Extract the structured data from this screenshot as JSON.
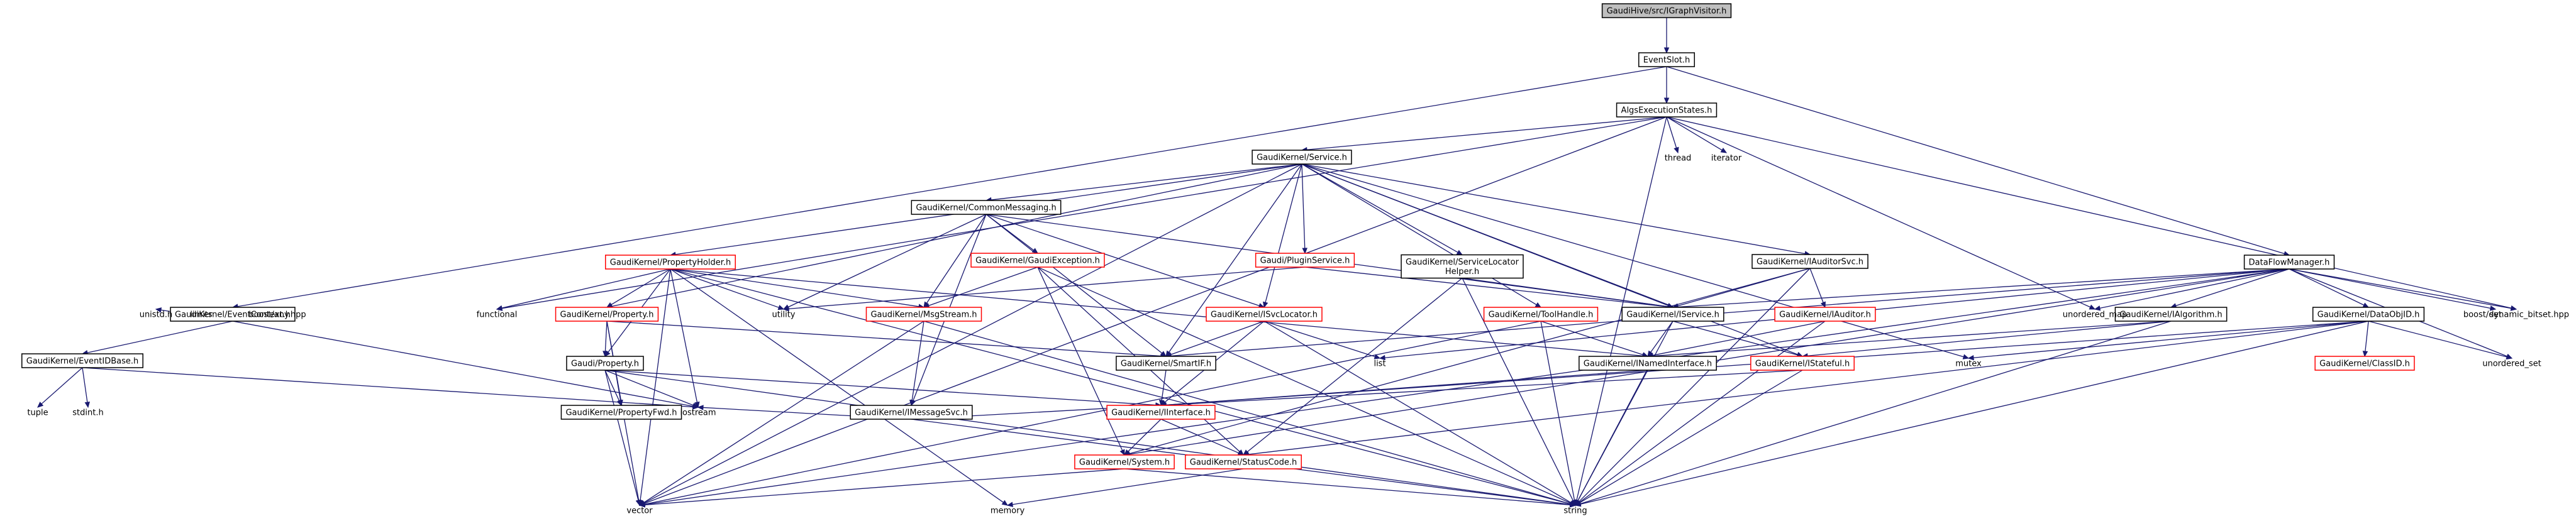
{
  "colors": {
    "edge": "#191970",
    "box_fill": "#ffffff",
    "box_border_documented": "#000000",
    "box_border_incomplete": "#ff0000",
    "root_fill": "#bfbfbf",
    "text": "#000000"
  },
  "nodes": [
    {
      "id": "root",
      "label": "GaudiHive/src/IGraphVisitor.h",
      "kind": "root"
    },
    {
      "id": "eventslot",
      "label": "EventSlot.h",
      "kind": "box"
    },
    {
      "id": "algexec",
      "label": "AlgsExecutionStates.h",
      "kind": "box"
    },
    {
      "id": "eventcontext",
      "label": "GaudiKernel/EventContext.h",
      "kind": "box"
    },
    {
      "id": "dataflow",
      "label": "DataFlowManager.h",
      "kind": "box"
    },
    {
      "id": "service",
      "label": "GaudiKernel/Service.h",
      "kind": "box"
    },
    {
      "id": "thread",
      "label": "thread",
      "kind": "plain"
    },
    {
      "id": "iterator",
      "label": "iterator",
      "kind": "plain"
    },
    {
      "id": "commonmsg",
      "label": "GaudiKernel/CommonMessaging.h",
      "kind": "box"
    },
    {
      "id": "pluginservice",
      "label": "Gaudi/PluginService.h",
      "kind": "red"
    },
    {
      "id": "svclocatorhelper",
      "label": [
        "GaudiKernel/ServiceLocator",
        "Helper.h"
      ],
      "kind": "box"
    },
    {
      "id": "iauditorsvc",
      "label": "GaudiKernel/IAuditorSvc.h",
      "kind": "box"
    },
    {
      "id": "propertyholder",
      "label": "GaudiKernel/PropertyHolder.h",
      "kind": "red"
    },
    {
      "id": "gaudiexception",
      "label": "GaudiKernel/GaudiException.h",
      "kind": "red"
    },
    {
      "id": "toolhandle",
      "label": "GaudiKernel/ToolHandle.h",
      "kind": "red"
    },
    {
      "id": "iservice",
      "label": "GaudiKernel/IService.h",
      "kind": "box"
    },
    {
      "id": "iauditor",
      "label": "GaudiKernel/IAuditor.h",
      "kind": "red"
    },
    {
      "id": "ialgorithm",
      "label": "GaudiKernel/IAlgorithm.h",
      "kind": "box"
    },
    {
      "id": "dataobjid",
      "label": "GaudiKernel/DataObjID.h",
      "kind": "box"
    },
    {
      "id": "set",
      "label": "set",
      "kind": "plain"
    },
    {
      "id": "unordered_map",
      "label": "unordered_map",
      "kind": "plain"
    },
    {
      "id": "dynbitset",
      "label": "boost/dynamic_bitset.hpp",
      "kind": "plain"
    },
    {
      "id": "functional",
      "label": "functional",
      "kind": "plain"
    },
    {
      "id": "gkproperty_red",
      "label": "GaudiKernel/Property.h",
      "kind": "red"
    },
    {
      "id": "utility",
      "label": "utility",
      "kind": "plain"
    },
    {
      "id": "msgstream",
      "label": "GaudiKernel/MsgStream.h",
      "kind": "red"
    },
    {
      "id": "isvclocator",
      "label": "GaudiKernel/ISvcLocator.h",
      "kind": "red"
    },
    {
      "id": "unistd",
      "label": "unistd.h",
      "kind": "plain"
    },
    {
      "id": "limits",
      "label": "limits",
      "kind": "plain"
    },
    {
      "id": "boostany",
      "label": "boost/any.hpp",
      "kind": "plain"
    },
    {
      "id": "eventidbase",
      "label": "GaudiKernel/EventIDBase.h",
      "kind": "box"
    },
    {
      "id": "gaudiproperty",
      "label": "Gaudi/Property.h",
      "kind": "box"
    },
    {
      "id": "smartif",
      "label": "GaudiKernel/SmartIF.h",
      "kind": "box"
    },
    {
      "id": "list",
      "label": "list",
      "kind": "plain"
    },
    {
      "id": "inamedinterface",
      "label": "GaudiKernel/INamedInterface.h",
      "kind": "box"
    },
    {
      "id": "istateful",
      "label": "GaudiKernel/IStateful.h",
      "kind": "red"
    },
    {
      "id": "mutex",
      "label": "mutex",
      "kind": "plain"
    },
    {
      "id": "classid",
      "label": "GaudiKernel/ClassID.h",
      "kind": "red"
    },
    {
      "id": "unordered_set",
      "label": "unordered_set",
      "kind": "plain"
    },
    {
      "id": "imessagesvc",
      "label": "GaudiKernel/IMessageSvc.h",
      "kind": "box"
    },
    {
      "id": "tuple",
      "label": "tuple",
      "kind": "plain"
    },
    {
      "id": "stdint",
      "label": "stdint.h",
      "kind": "plain"
    },
    {
      "id": "propertyfwd",
      "label": "GaudiKernel/PropertyFwd.h",
      "kind": "box"
    },
    {
      "id": "iostream",
      "label": "iostream",
      "kind": "plain"
    },
    {
      "id": "iinterface",
      "label": "GaudiKernel/IInterface.h",
      "kind": "red"
    },
    {
      "id": "system",
      "label": "GaudiKernel/System.h",
      "kind": "red"
    },
    {
      "id": "statuscode",
      "label": "GaudiKernel/StatusCode.h",
      "kind": "red"
    },
    {
      "id": "vector",
      "label": "vector",
      "kind": "plain"
    },
    {
      "id": "memory",
      "label": "memory",
      "kind": "plain"
    },
    {
      "id": "string",
      "label": "string",
      "kind": "plain"
    }
  ],
  "edges": [
    [
      "root",
      "eventslot"
    ],
    [
      "eventslot",
      "algexec"
    ],
    [
      "eventslot",
      "eventcontext"
    ],
    [
      "eventslot",
      "dataflow"
    ],
    [
      "algexec",
      "service"
    ],
    [
      "algexec",
      "thread"
    ],
    [
      "algexec",
      "iterator"
    ],
    [
      "algexec",
      "vector"
    ],
    [
      "algexec",
      "string"
    ],
    [
      "algexec",
      "unordered_map"
    ],
    [
      "algexec",
      "dynbitset"
    ],
    [
      "algexec",
      "functional"
    ],
    [
      "service",
      "commonmsg"
    ],
    [
      "service",
      "pluginservice"
    ],
    [
      "service",
      "svclocatorhelper"
    ],
    [
      "service",
      "iauditorsvc"
    ],
    [
      "service",
      "propertyholder"
    ],
    [
      "service",
      "toolhandle"
    ],
    [
      "service",
      "iservice"
    ],
    [
      "service",
      "smartif"
    ],
    [
      "service",
      "isvclocator"
    ],
    [
      "service",
      "gkproperty_red"
    ],
    [
      "service",
      "istateful"
    ],
    [
      "service",
      "mutex"
    ],
    [
      "service",
      "vector"
    ],
    [
      "commonmsg",
      "gaudiexception"
    ],
    [
      "commonmsg",
      "msgstream"
    ],
    [
      "commonmsg",
      "imessagesvc"
    ],
    [
      "commonmsg",
      "smartif"
    ],
    [
      "commonmsg",
      "isvclocator"
    ],
    [
      "commonmsg",
      "utility"
    ],
    [
      "commonmsg",
      "iservice"
    ],
    [
      "propertyholder",
      "functional"
    ],
    [
      "propertyholder",
      "gkproperty_red"
    ],
    [
      "propertyholder",
      "gaudiproperty"
    ],
    [
      "propertyholder",
      "utility"
    ],
    [
      "propertyholder",
      "msgstream"
    ],
    [
      "propertyholder",
      "iostream"
    ],
    [
      "propertyholder",
      "memory"
    ],
    [
      "propertyholder",
      "vector"
    ],
    [
      "propertyholder",
      "string"
    ],
    [
      "propertyholder",
      "inamedinterface"
    ],
    [
      "gaudiexception",
      "msgstream"
    ],
    [
      "gaudiexception",
      "system"
    ],
    [
      "gaudiexception",
      "statuscode"
    ],
    [
      "gaudiexception",
      "string"
    ],
    [
      "pluginservice",
      "utility"
    ],
    [
      "pluginservice",
      "iservice"
    ],
    [
      "svclocatorhelper",
      "statuscode"
    ],
    [
      "svclocatorhelper",
      "string"
    ],
    [
      "svclocatorhelper",
      "iservice"
    ],
    [
      "iauditorsvc",
      "iservice"
    ],
    [
      "iauditorsvc",
      "iauditor"
    ],
    [
      "iauditorsvc",
      "string"
    ],
    [
      "iauditorsvc",
      "system"
    ],
    [
      "toolhandle",
      "inamedinterface"
    ],
    [
      "toolhandle",
      "string"
    ],
    [
      "toolhandle",
      "vector"
    ],
    [
      "iservice",
      "inamedinterface"
    ],
    [
      "iservice",
      "istateful"
    ],
    [
      "iservice",
      "string"
    ],
    [
      "iauditor",
      "inamedinterface"
    ],
    [
      "iauditor",
      "string"
    ],
    [
      "isvclocator",
      "smartif"
    ],
    [
      "isvclocator",
      "list"
    ],
    [
      "isvclocator",
      "string"
    ],
    [
      "isvclocator",
      "iinterface"
    ],
    [
      "gkproperty_red",
      "gaudiproperty"
    ],
    [
      "gkproperty_red",
      "propertyfwd"
    ],
    [
      "gkproperty_red",
      "smartif"
    ],
    [
      "gkproperty_red",
      "vector"
    ],
    [
      "msgstream",
      "imessagesvc"
    ],
    [
      "msgstream",
      "string"
    ],
    [
      "msgstream",
      "vector"
    ],
    [
      "imessagesvc",
      "iinterface"
    ],
    [
      "imessagesvc",
      "iostream"
    ],
    [
      "imessagesvc",
      "string"
    ],
    [
      "gaudiproperty",
      "propertyfwd"
    ],
    [
      "gaudiproperty",
      "iostream"
    ],
    [
      "gaudiproperty",
      "vector"
    ],
    [
      "gaudiproperty",
      "string"
    ],
    [
      "gaudiproperty",
      "iinterface"
    ],
    [
      "smartif",
      "iinterface"
    ],
    [
      "inamedinterface",
      "iinterface"
    ],
    [
      "inamedinterface",
      "string"
    ],
    [
      "istateful",
      "iinterface"
    ],
    [
      "istateful",
      "string"
    ],
    [
      "iinterface",
      "system"
    ],
    [
      "iinterface",
      "statuscode"
    ],
    [
      "system",
      "vector"
    ],
    [
      "system",
      "string"
    ],
    [
      "statuscode",
      "memory"
    ],
    [
      "eventcontext",
      "eventidbase"
    ],
    [
      "eventcontext",
      "unistd"
    ],
    [
      "eventcontext",
      "limits"
    ],
    [
      "eventcontext",
      "boostany"
    ],
    [
      "eventcontext",
      "iostream"
    ],
    [
      "eventidbase",
      "tuple"
    ],
    [
      "eventidbase",
      "stdint"
    ],
    [
      "eventidbase",
      "iostream"
    ],
    [
      "dataflow",
      "ialgorithm"
    ],
    [
      "dataflow",
      "dataobjid"
    ],
    [
      "dataflow",
      "set"
    ],
    [
      "dataflow",
      "unordered_map"
    ],
    [
      "dataflow",
      "unordered_set"
    ],
    [
      "dataflow",
      "dynbitset"
    ],
    [
      "dataflow",
      "list"
    ],
    [
      "dataflow",
      "iservice"
    ],
    [
      "dataflow",
      "smartif"
    ],
    [
      "dataflow",
      "vector"
    ],
    [
      "dataflow",
      "system"
    ],
    [
      "ialgorithm",
      "istateful"
    ],
    [
      "ialgorithm",
      "inamedinterface"
    ],
    [
      "ialgorithm",
      "string"
    ],
    [
      "dataobjid",
      "classid"
    ],
    [
      "dataobjid",
      "statuscode"
    ],
    [
      "dataobjid",
      "unordered_set"
    ],
    [
      "dataobjid",
      "mutex"
    ],
    [
      "dataobjid",
      "iinterface"
    ],
    [
      "dataobjid",
      "string"
    ]
  ]
}
